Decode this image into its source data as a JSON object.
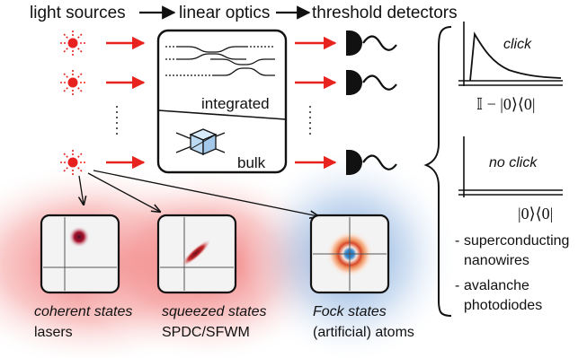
{
  "header": {
    "light_sources": "light sources",
    "linear_optics": "linear optics",
    "threshold_detectors": "threshold detectors"
  },
  "optics": {
    "integrated_label": "integrated",
    "bulk_label": "bulk"
  },
  "detector": {
    "click_label": "click",
    "click_operator": "𝕀 − |0⟩⟨0|",
    "no_click_label": "no click",
    "no_click_operator": "|0⟩⟨0|",
    "technologies": [
      {
        "bullet": "-",
        "lines": [
          "superconducting",
          "nanowires"
        ]
      },
      {
        "bullet": "-",
        "lines": [
          "avalanche",
          "photodiodes"
        ]
      }
    ]
  },
  "states": [
    {
      "caption": "coherent states",
      "source": "lasers"
    },
    {
      "caption": "squeezed states",
      "source": "SPDC/SFWM"
    },
    {
      "caption": "Fock states",
      "source": "(artificial) atoms"
    }
  ],
  "colors": {
    "source_red": "#e8231f",
    "arrow_red": "#e8231f",
    "ink": "#111111",
    "glow_red": "#f07070",
    "glow_blue": "#6f9fd8",
    "cube_blue": "#bcd9f2"
  },
  "icons": {
    "source": "sunburst-light-icon",
    "detector": "semicircle-detector-icon",
    "beamsplitter": "beamsplitter-cube-icon"
  }
}
